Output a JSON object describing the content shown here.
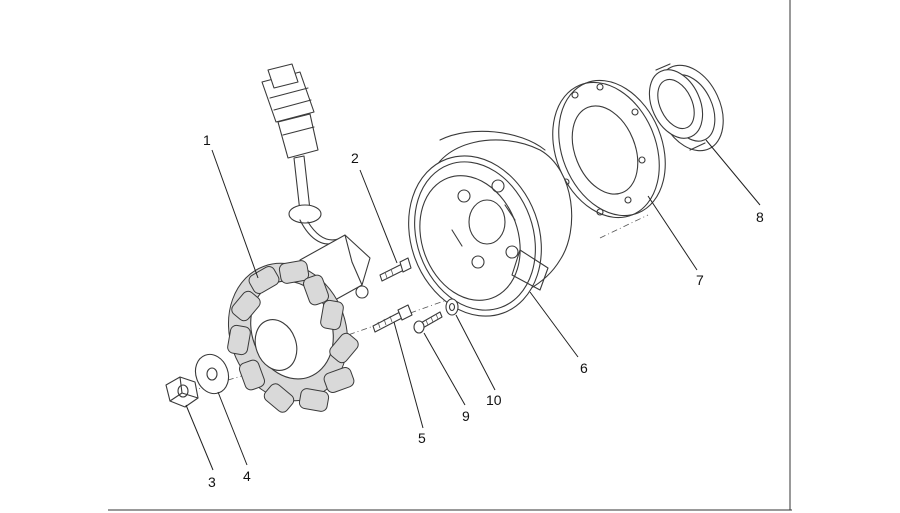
{
  "callouts": [
    {
      "id": "c1",
      "label": "1"
    },
    {
      "id": "c2",
      "label": "2"
    },
    {
      "id": "c3",
      "label": "3"
    },
    {
      "id": "c4",
      "label": "4"
    },
    {
      "id": "c5",
      "label": "5"
    },
    {
      "id": "c6",
      "label": "6"
    },
    {
      "id": "c7",
      "label": "7"
    },
    {
      "id": "c8",
      "label": "8"
    },
    {
      "id": "c9",
      "label": "9"
    },
    {
      "id": "c10",
      "label": "10"
    }
  ],
  "colors": {
    "line": "#3a3a3a",
    "background": "#ffffff"
  }
}
